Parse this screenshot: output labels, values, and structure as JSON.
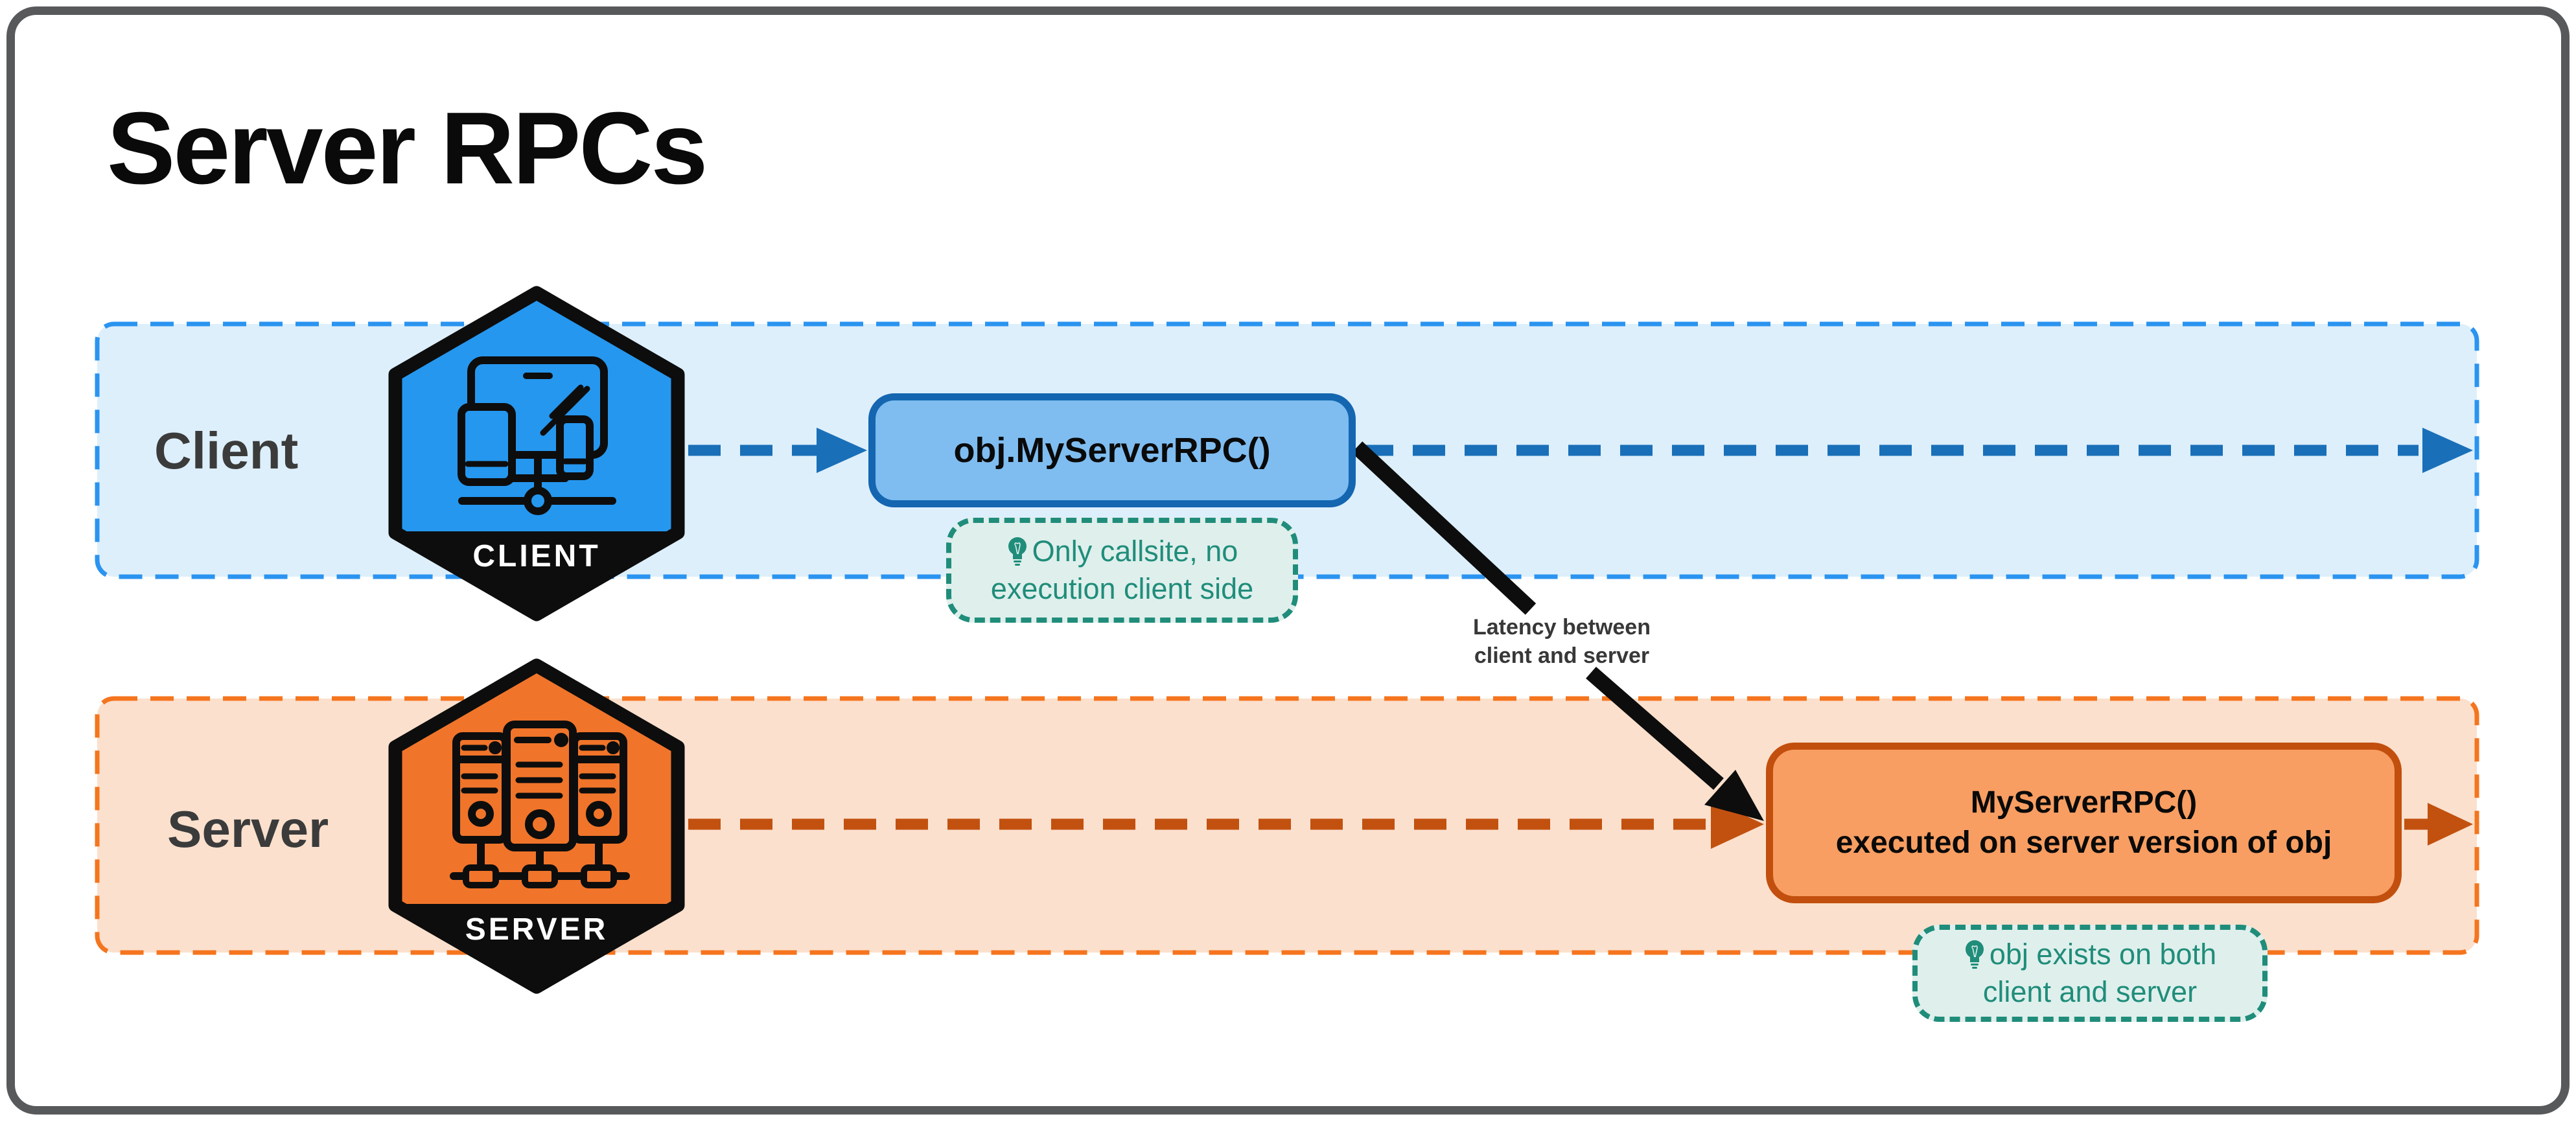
{
  "title": "Server RPCs",
  "colors": {
    "frame_border": "#58595B",
    "client_accent": "#2B94F1",
    "client_lane_fill": "#DCEFFB",
    "client_flow_line": "#1A70B8",
    "client_hexagon_fill": "#2597EE",
    "client_box_fill": "#7FBCEF",
    "client_box_border": "#1566B1",
    "server_accent": "#F5751E",
    "server_lane_fill": "#FBE0CD",
    "server_flow_line": "#C25110",
    "server_hexagon_fill": "#F0752B",
    "server_box_fill": "#F99E62",
    "server_box_border": "#C24F0E",
    "tip_fill": "#DFF0EC",
    "tip_accent": "#208D7B",
    "lane_label_text": "#3B3B3B",
    "latency_arrow": "#0D0D0D"
  },
  "lanes": {
    "client": {
      "label": "Client",
      "badge": "CLIENT"
    },
    "server": {
      "label": "Server",
      "badge": "SERVER"
    }
  },
  "nodes": {
    "client_call": {
      "label": "obj.MyServerRPC()"
    },
    "server_exec": {
      "line1": "MyServerRPC()",
      "line2": "executed on server version of obj"
    }
  },
  "tips": {
    "client": {
      "line1": "Only callsite, no",
      "line2": "execution client side"
    },
    "server": {
      "line1": "obj exists on both",
      "line2": "client and server"
    }
  },
  "latency": {
    "line1": "Latency between",
    "line2": "client and server"
  }
}
